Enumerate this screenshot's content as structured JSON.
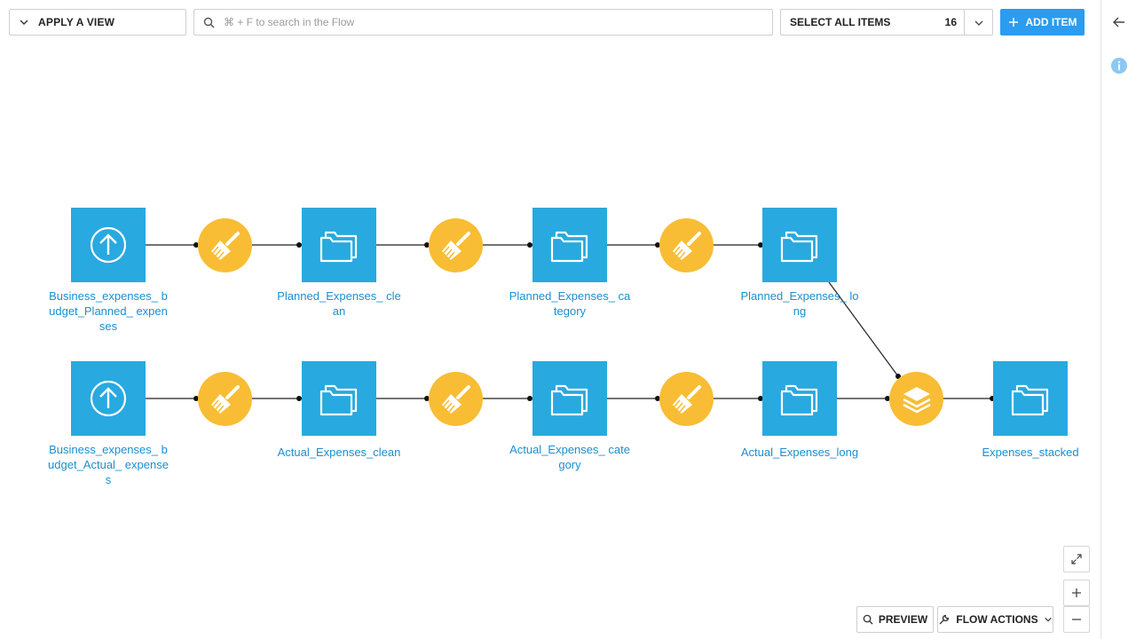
{
  "toolbar": {
    "apply_view_label": "APPLY A VIEW",
    "search_placeholder": "⌘ + F to search in the Flow",
    "select_all_label": "SELECT ALL ITEMS",
    "item_count": "16",
    "add_item_label": "ADD ITEM"
  },
  "flow": {
    "top_row": [
      {
        "name": "dataset-upload",
        "label": "Business_expenses_ budget_Planned_ expenses",
        "icon": "upload-icon"
      },
      {
        "name": "recipe-prepare",
        "icon": "broom-icon"
      },
      {
        "name": "dataset",
        "label": "Planned_Expenses_ clean",
        "icon": "folder-icon"
      },
      {
        "name": "recipe-prepare",
        "icon": "broom-icon"
      },
      {
        "name": "dataset",
        "label": "Planned_Expenses_ category",
        "icon": "folder-icon"
      },
      {
        "name": "recipe-prepare",
        "icon": "broom-icon"
      },
      {
        "name": "dataset",
        "label": "Planned_Expenses_ long",
        "icon": "folder-icon"
      }
    ],
    "bottom_row": [
      {
        "name": "dataset-upload",
        "label": "Business_expenses_ budget_Actual_ expenses",
        "icon": "upload-icon"
      },
      {
        "name": "recipe-prepare",
        "icon": "broom-icon"
      },
      {
        "name": "dataset",
        "label": "Actual_Expenses_clean",
        "icon": "folder-icon"
      },
      {
        "name": "recipe-prepare",
        "icon": "broom-icon"
      },
      {
        "name": "dataset",
        "label": "Actual_Expenses_ category",
        "icon": "folder-icon"
      },
      {
        "name": "recipe-prepare",
        "icon": "broom-icon"
      },
      {
        "name": "dataset",
        "label": "Actual_Expenses_long",
        "icon": "folder-icon"
      },
      {
        "name": "recipe-stack",
        "icon": "stack-icon"
      },
      {
        "name": "dataset",
        "label": "Expenses_stacked",
        "icon": "folder-icon"
      }
    ]
  },
  "bottom": {
    "preview_label": "PREVIEW",
    "flow_actions_label": "FLOW ACTIONS"
  },
  "colors": {
    "dataset": "#28a9e0",
    "recipe": "#f8bd34",
    "label": "#1a8fd1",
    "accent": "#2b9cf0"
  }
}
